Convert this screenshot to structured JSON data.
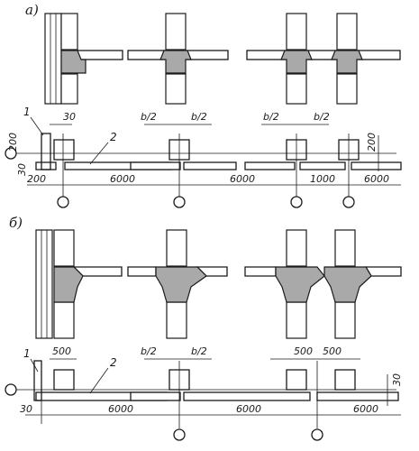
{
  "section_a": {
    "label": "а)",
    "leaders": [
      "1",
      "2"
    ],
    "top_dims": [
      "30",
      "b/2",
      "b/2",
      "b/2",
      "b/2"
    ],
    "left_dims": [
      "200",
      "30"
    ],
    "right_dim": "200",
    "bottom_dims": [
      "200",
      "6000",
      "6000",
      "1000",
      "6000"
    ]
  },
  "section_b": {
    "label": "б)",
    "leaders": [
      "1",
      "2"
    ],
    "top_dims": [
      "500",
      "b/2",
      "b/2",
      "500",
      "500"
    ],
    "right_dim": "30",
    "bottom_dims": [
      "30",
      "6000",
      "6000",
      "6000"
    ]
  }
}
